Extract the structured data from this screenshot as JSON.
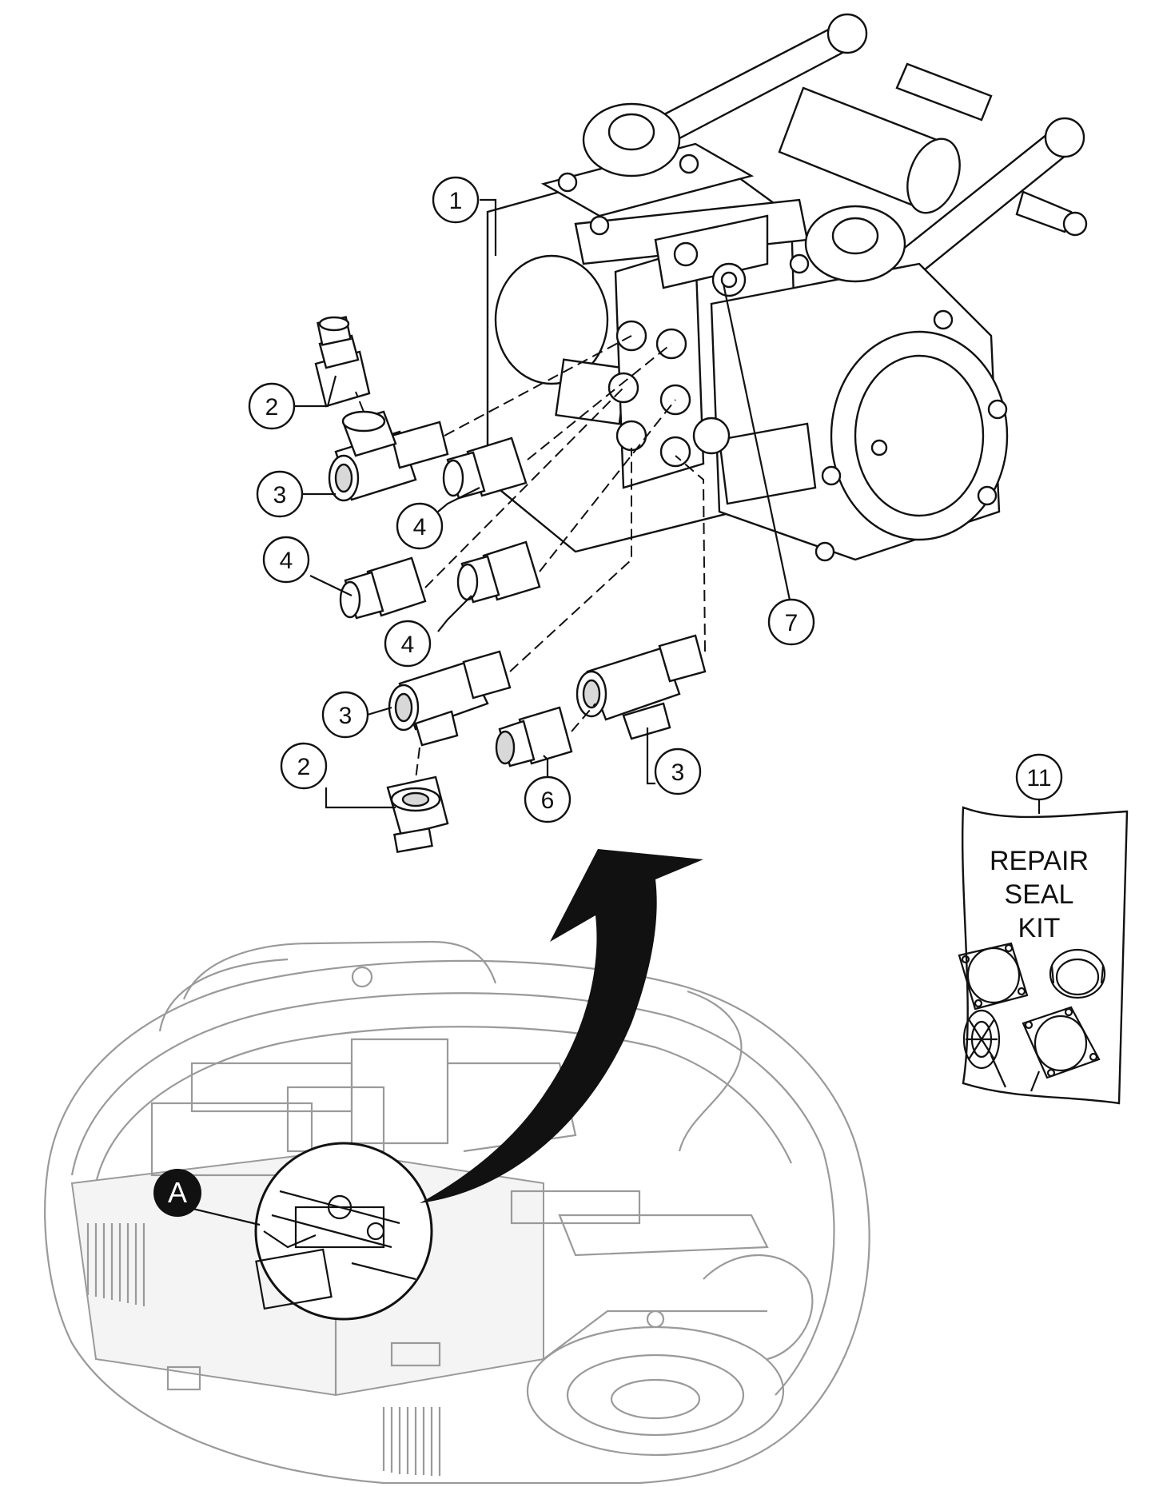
{
  "callouts": [
    {
      "id": "c1",
      "label": "1"
    },
    {
      "id": "c2a",
      "label": "2"
    },
    {
      "id": "c3a",
      "label": "3"
    },
    {
      "id": "c4a",
      "label": "4"
    },
    {
      "id": "c4b",
      "label": "4"
    },
    {
      "id": "c4c",
      "label": "4"
    },
    {
      "id": "c3b",
      "label": "3"
    },
    {
      "id": "c2b",
      "label": "2"
    },
    {
      "id": "c6",
      "label": "6"
    },
    {
      "id": "c3c",
      "label": "3"
    },
    {
      "id": "c7",
      "label": "7"
    },
    {
      "id": "c11",
      "label": "11"
    }
  ],
  "location_marker": "A",
  "kit": {
    "line1": "REPAIR",
    "line2": "SEAL",
    "line3": "KIT"
  },
  "icons": {
    "arrow": "curved-arrow-icon",
    "marker": "location-marker-icon"
  }
}
